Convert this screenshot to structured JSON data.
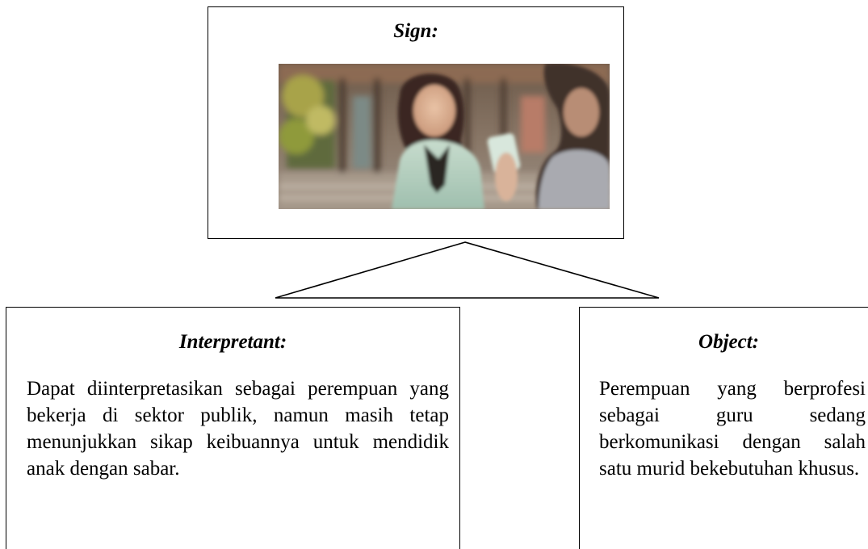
{
  "sign": {
    "title": "Sign:"
  },
  "interpretant": {
    "title": "Interpretant:",
    "text": "Dapat diinterpretasikan sebagai perempuan yang bekerja di sektor publik, namun masih tetap menunjukkan sikap keibuannya untuk mendidik anak dengan sabar."
  },
  "object": {
    "title": "Object:",
    "text": "Perempuan yang berprofesi sebagai guru sedang berkomunikasi dengan salah satu murid bekebutuhan khusus."
  },
  "colors": {
    "border": "#000000",
    "background": "#ffffff"
  }
}
